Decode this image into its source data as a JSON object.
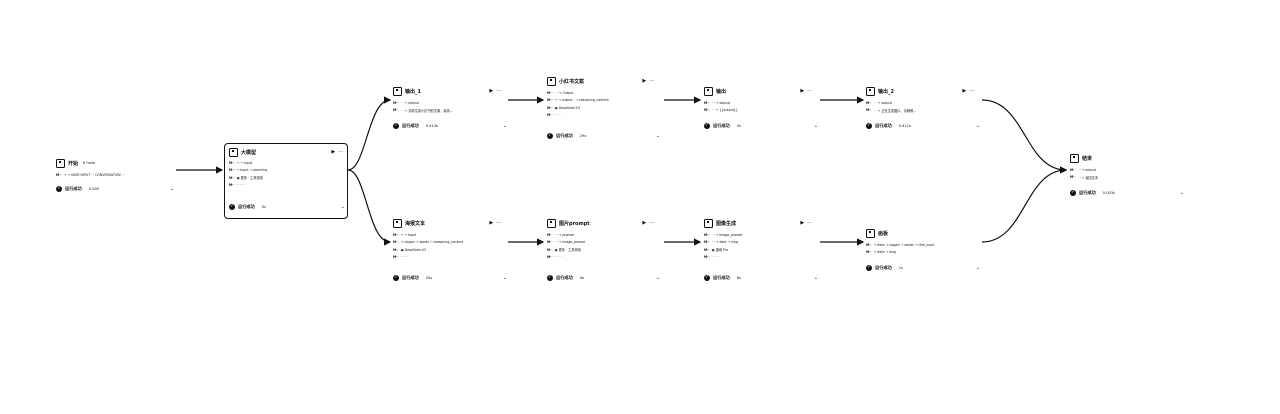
{
  "nodes": {
    "start": {
      "title": "开始",
      "subtitle": "€ hello",
      "rows": [
        {
          "key": "M··",
          "val": "→ → USER INPUT · · CONVERSATION  ···"
        }
      ],
      "status": "运行成功",
      "time": "0.000"
    },
    "llm": {
      "title": "大模型",
      "rows": [
        {
          "key": "M··",
          "val": "→ → Input"
        },
        {
          "key": "M··",
          "val": "→ Input  → planning"
        },
        {
          "key": "M··",
          "val": "▣ 更多 · 工具调用"
        },
        {
          "key": "M··",
          "val": "·· ·· · ·"
        }
      ],
      "status": "运行成功",
      "time": "0s"
    },
    "output1": {
      "title": "输出_1",
      "rows": [
        {
          "key": "M··",
          "val": "· · → output"
        },
        {
          "key": "M··",
          "val": "· · → 请你生成小红书的文案，保持..."
        }
      ],
      "status": "运行成功",
      "time": "0.413s"
    },
    "xhs": {
      "title": "小红书文案",
      "rows": [
        {
          "key": "M··",
          "val": "· · → Output"
        },
        {
          "key": "M··",
          "val": "→ → output  ·  → reasoning_content"
        },
        {
          "key": "M··",
          "val": "▣ DeepSeek-V3"
        },
        {
          "key": "M··",
          "val": "· · · ·"
        }
      ],
      "status": "运行成功",
      "time": "29s"
    },
    "output": {
      "title": "输出",
      "rows": [
        {
          "key": "M··",
          "val": "· · → output"
        },
        {
          "key": "M··",
          "val": "· · → {{output}}"
        }
      ],
      "status": "运行成功",
      "time": "0s"
    },
    "output2": {
      "title": "输出_2",
      "rows": [
        {
          "key": "M··",
          "val": "· · → output"
        },
        {
          "key": "M··",
          "val": "· · → 正在生成图片，请稍候..."
        }
      ],
      "status": "运行成功",
      "time": "0.411s"
    },
    "end": {
      "title": "结束",
      "rows": [
        {
          "key": "M··",
          "val": "· · → output"
        },
        {
          "key": "M··",
          "val": "· · → 返回文本"
        }
      ],
      "status": "运行成功",
      "time": "0.003s"
    },
    "poster": {
      "title": "海报文本",
      "rows": [
        {
          "key": "M··",
          "val": "→ → Input"
        },
        {
          "key": "M··",
          "val": "→ slogan  → words  → reasoning_content"
        },
        {
          "key": "M··",
          "val": "▣ DeepSeek-V3"
        },
        {
          "key": "M··",
          "val": "· · · ·"
        }
      ],
      "status": "运行成功",
      "time": "20s"
    },
    "prompt": {
      "title": "图片prompt",
      "rows": [
        {
          "key": "M··",
          "val": "· · → prompt"
        },
        {
          "key": "M··",
          "val": "· · → image_prompt"
        },
        {
          "key": "M··",
          "val": "▣ 更多 · 工具调用"
        },
        {
          "key": "M··",
          "val": "· · · ·"
        }
      ],
      "status": "运行成功",
      "time": "4s"
    },
    "imagegen": {
      "title": "图像生成",
      "rows": [
        {
          "key": "M··",
          "val": "· · → image_prompt"
        },
        {
          "key": "M··",
          "val": "· · → data  → msg"
        },
        {
          "key": "M··",
          "val": "▣ 通用 Pro"
        },
        {
          "key": "M··",
          "val": "· · · ·"
        }
      ],
      "status": "运行成功",
      "time": "8s"
    },
    "canvas": {
      "title": "画板",
      "rows": [
        {
          "key": "M··",
          "val": "→ data  → slogan  → words  → title_input"
        },
        {
          "key": "M··",
          "val": "→ data  → msg"
        }
      ],
      "status": "运行成功",
      "time": "1s"
    }
  },
  "ui": {
    "more_label": "···",
    "play_label": "▶",
    "check_glyph": "✓",
    "chevron_glyph": "⌄"
  }
}
